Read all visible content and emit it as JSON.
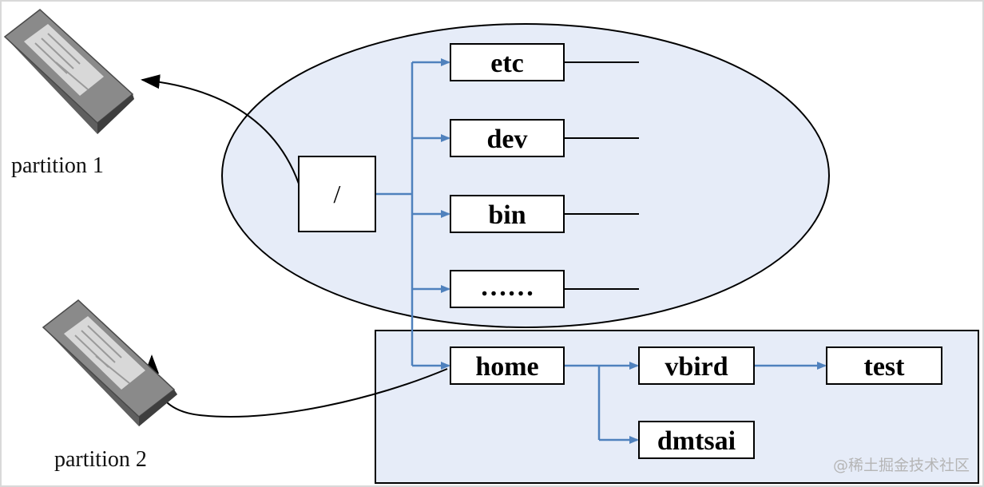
{
  "colors": {
    "region_fill": "#e6ecf8",
    "connector": "#4f81bd",
    "link_arrow": "#000000",
    "box_border": "#000000",
    "disk_body": "#8a8a8a",
    "disk_label": "#d8d8d8"
  },
  "icons": {
    "disk_1": "hard-disk-icon",
    "disk_2": "hard-disk-icon"
  },
  "disks": {
    "partition_1": "partition 1",
    "partition_2": "partition 2"
  },
  "root": {
    "label": "/"
  },
  "first_level": {
    "etc": "etc",
    "dev": "dev",
    "bin": "bin",
    "more": "……",
    "home": "home"
  },
  "home_children": {
    "vbird": "vbird",
    "dmtsai": "dmtsai",
    "test": "test"
  },
  "watermark": "@稀土掘金技术社区"
}
